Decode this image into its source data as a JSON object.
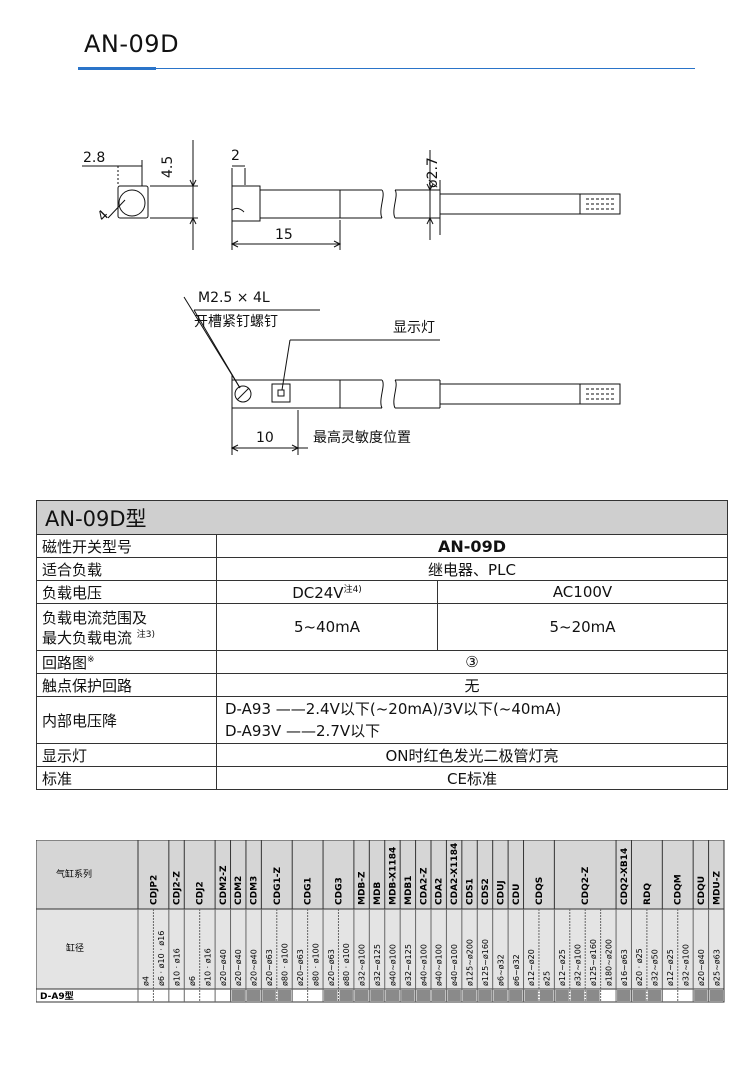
{
  "page": {
    "title": "AN-09D"
  },
  "colors": {
    "accent_rule": "#2a74c9",
    "table_header_bg": "#cfcfcf",
    "grid_mark": "#8a8a8a"
  },
  "drawing": {
    "dim_2_8": "2.8",
    "dim_4_5": "4.5",
    "dim_2": "2",
    "dim_4": "4",
    "dim_dia_2_7": "ø2.7",
    "dim_15": "15",
    "screw_label": "M2.5 × 4L",
    "screw_desc": "开槽紧钉螺钉",
    "lamp_label": "显示灯",
    "dim_10": "10",
    "sens_label": "最高灵敏度位置"
  },
  "spec": {
    "header": "AN-09D型",
    "rows": {
      "model_label": "磁性开关型号",
      "model_value": "AN-09D",
      "load_label": "适合负载",
      "load_value": "继电器、PLC",
      "voltage_label": "负载电压",
      "voltage_dc": "DC24V",
      "voltage_dc_note": "注4)",
      "voltage_ac": "AC100V",
      "current_label_1": "负载电流范围及",
      "current_label_2": "最大负载电流",
      "current_note": "注3)",
      "current_dc": "5~40mA",
      "current_ac": "5~20mA",
      "circuit_label": "回路图",
      "circuit_mark": "※",
      "circuit_value": "③",
      "protect_label": "触点保护回路",
      "protect_value": "无",
      "drop_label": "内部电压降",
      "drop_line1": "D-A93 ——2.4V以下(~20mA)/3V以下(~40mA)",
      "drop_line2": "D-A93V ——2.7V以下",
      "lamp_label": "显示灯",
      "lamp_value": "ON时红色发光二极管灯亮",
      "std_label": "标准",
      "std_value": "CE标准"
    }
  },
  "compat": {
    "series_label": "气缸系列",
    "bore_label": "缸径",
    "row_label": "D-A9型",
    "series": [
      {
        "name": "CDJP2",
        "bores": [
          "ø4",
          "ø6 · ø10 · ø16"
        ]
      },
      {
        "name": "CDJ2-Z",
        "bores": [
          "ø10 · ø16"
        ]
      },
      {
        "name": "CDJ2",
        "bores": [
          "ø6",
          "ø10 · ø16"
        ]
      },
      {
        "name": "CDM2-Z",
        "bores": [
          "ø20~ø40"
        ]
      },
      {
        "name": "CDM2",
        "bores": [
          "ø20~ø40"
        ]
      },
      {
        "name": "CDM3",
        "bores": [
          "ø20~ø40"
        ]
      },
      {
        "name": "CDG1-Z",
        "bores": [
          "ø20~ø63",
          "ø80 · ø100"
        ]
      },
      {
        "name": "CDG1",
        "bores": [
          "ø20~ø63",
          "ø80 · ø100"
        ]
      },
      {
        "name": "CDG3",
        "bores": [
          "ø20~ø63",
          "ø80 · ø100"
        ]
      },
      {
        "name": "MDB-Z",
        "bores": [
          "ø32~ø100"
        ]
      },
      {
        "name": "MDB",
        "bores": [
          "ø32~ø125"
        ]
      },
      {
        "name": "MDB-X1184",
        "bores": [
          "ø40~ø100"
        ]
      },
      {
        "name": "MDB1",
        "bores": [
          "ø32~ø125"
        ]
      },
      {
        "name": "CDA2-Z",
        "bores": [
          "ø40~ø100"
        ]
      },
      {
        "name": "CDA2",
        "bores": [
          "ø40~ø100"
        ]
      },
      {
        "name": "CDA2-X1184",
        "bores": [
          "ø40~ø100"
        ]
      },
      {
        "name": "CDS1",
        "bores": [
          "ø125~ø200"
        ]
      },
      {
        "name": "CDS2",
        "bores": [
          "ø125~ø160"
        ]
      },
      {
        "name": "CDUJ",
        "bores": [
          "ø6~ø32"
        ]
      },
      {
        "name": "CDU",
        "bores": [
          "ø6~ø32"
        ]
      },
      {
        "name": "CDQS",
        "bores": [
          "ø12~ø20",
          "ø25"
        ]
      },
      {
        "name": "CDQ2-Z",
        "bores": [
          "ø12~ø25",
          "ø32~ø100",
          "ø125~ø160",
          "ø180~ø200"
        ]
      },
      {
        "name": "CDQ2-XB14",
        "bores": [
          "ø16~ø63"
        ]
      },
      {
        "name": "RDQ",
        "bores": [
          "ø20 · ø25",
          "ø32~ø50"
        ]
      },
      {
        "name": "CDQM",
        "bores": [
          "ø12~ø25",
          "ø32~ø100"
        ]
      },
      {
        "name": "CDQU",
        "bores": [
          "ø20~ø40"
        ]
      },
      {
        "name": "MDU-Z",
        "bores": [
          "ø25~ø63"
        ]
      }
    ],
    "marks": [
      0,
      0,
      0,
      0,
      0,
      0,
      1,
      1,
      1,
      1,
      0,
      0,
      1,
      1,
      1,
      1,
      1,
      1,
      1,
      1,
      1,
      1,
      1,
      1,
      1,
      1,
      1,
      1,
      1,
      1,
      0,
      1,
      1,
      1,
      0,
      0,
      1,
      1,
      1,
      1,
      1,
      1,
      1,
      1
    ]
  }
}
